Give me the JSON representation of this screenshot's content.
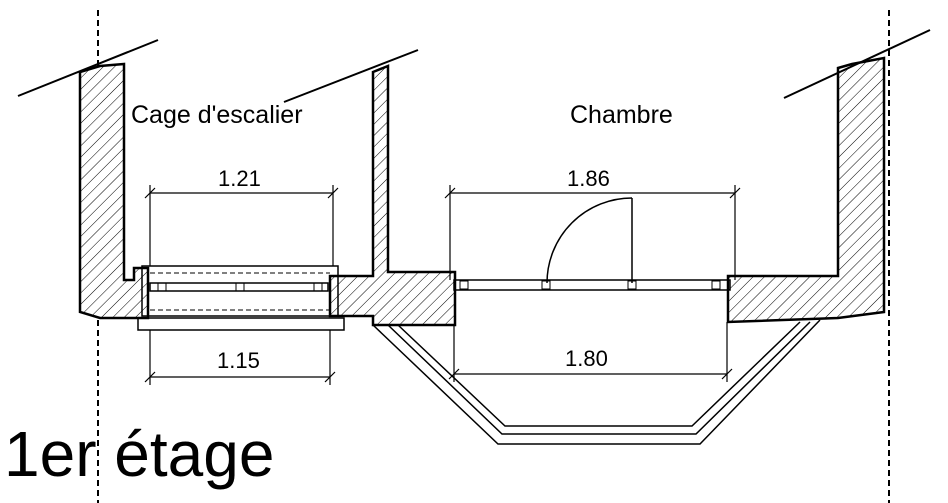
{
  "rooms": {
    "stair": "Cage d'escalier",
    "bedroom": "Chambre"
  },
  "dimensions": {
    "stair_top": "1.21",
    "stair_bottom": "1.15",
    "bedroom_top": "1.86",
    "bedroom_bottom": "1.80"
  },
  "floor_label": "1er étage"
}
